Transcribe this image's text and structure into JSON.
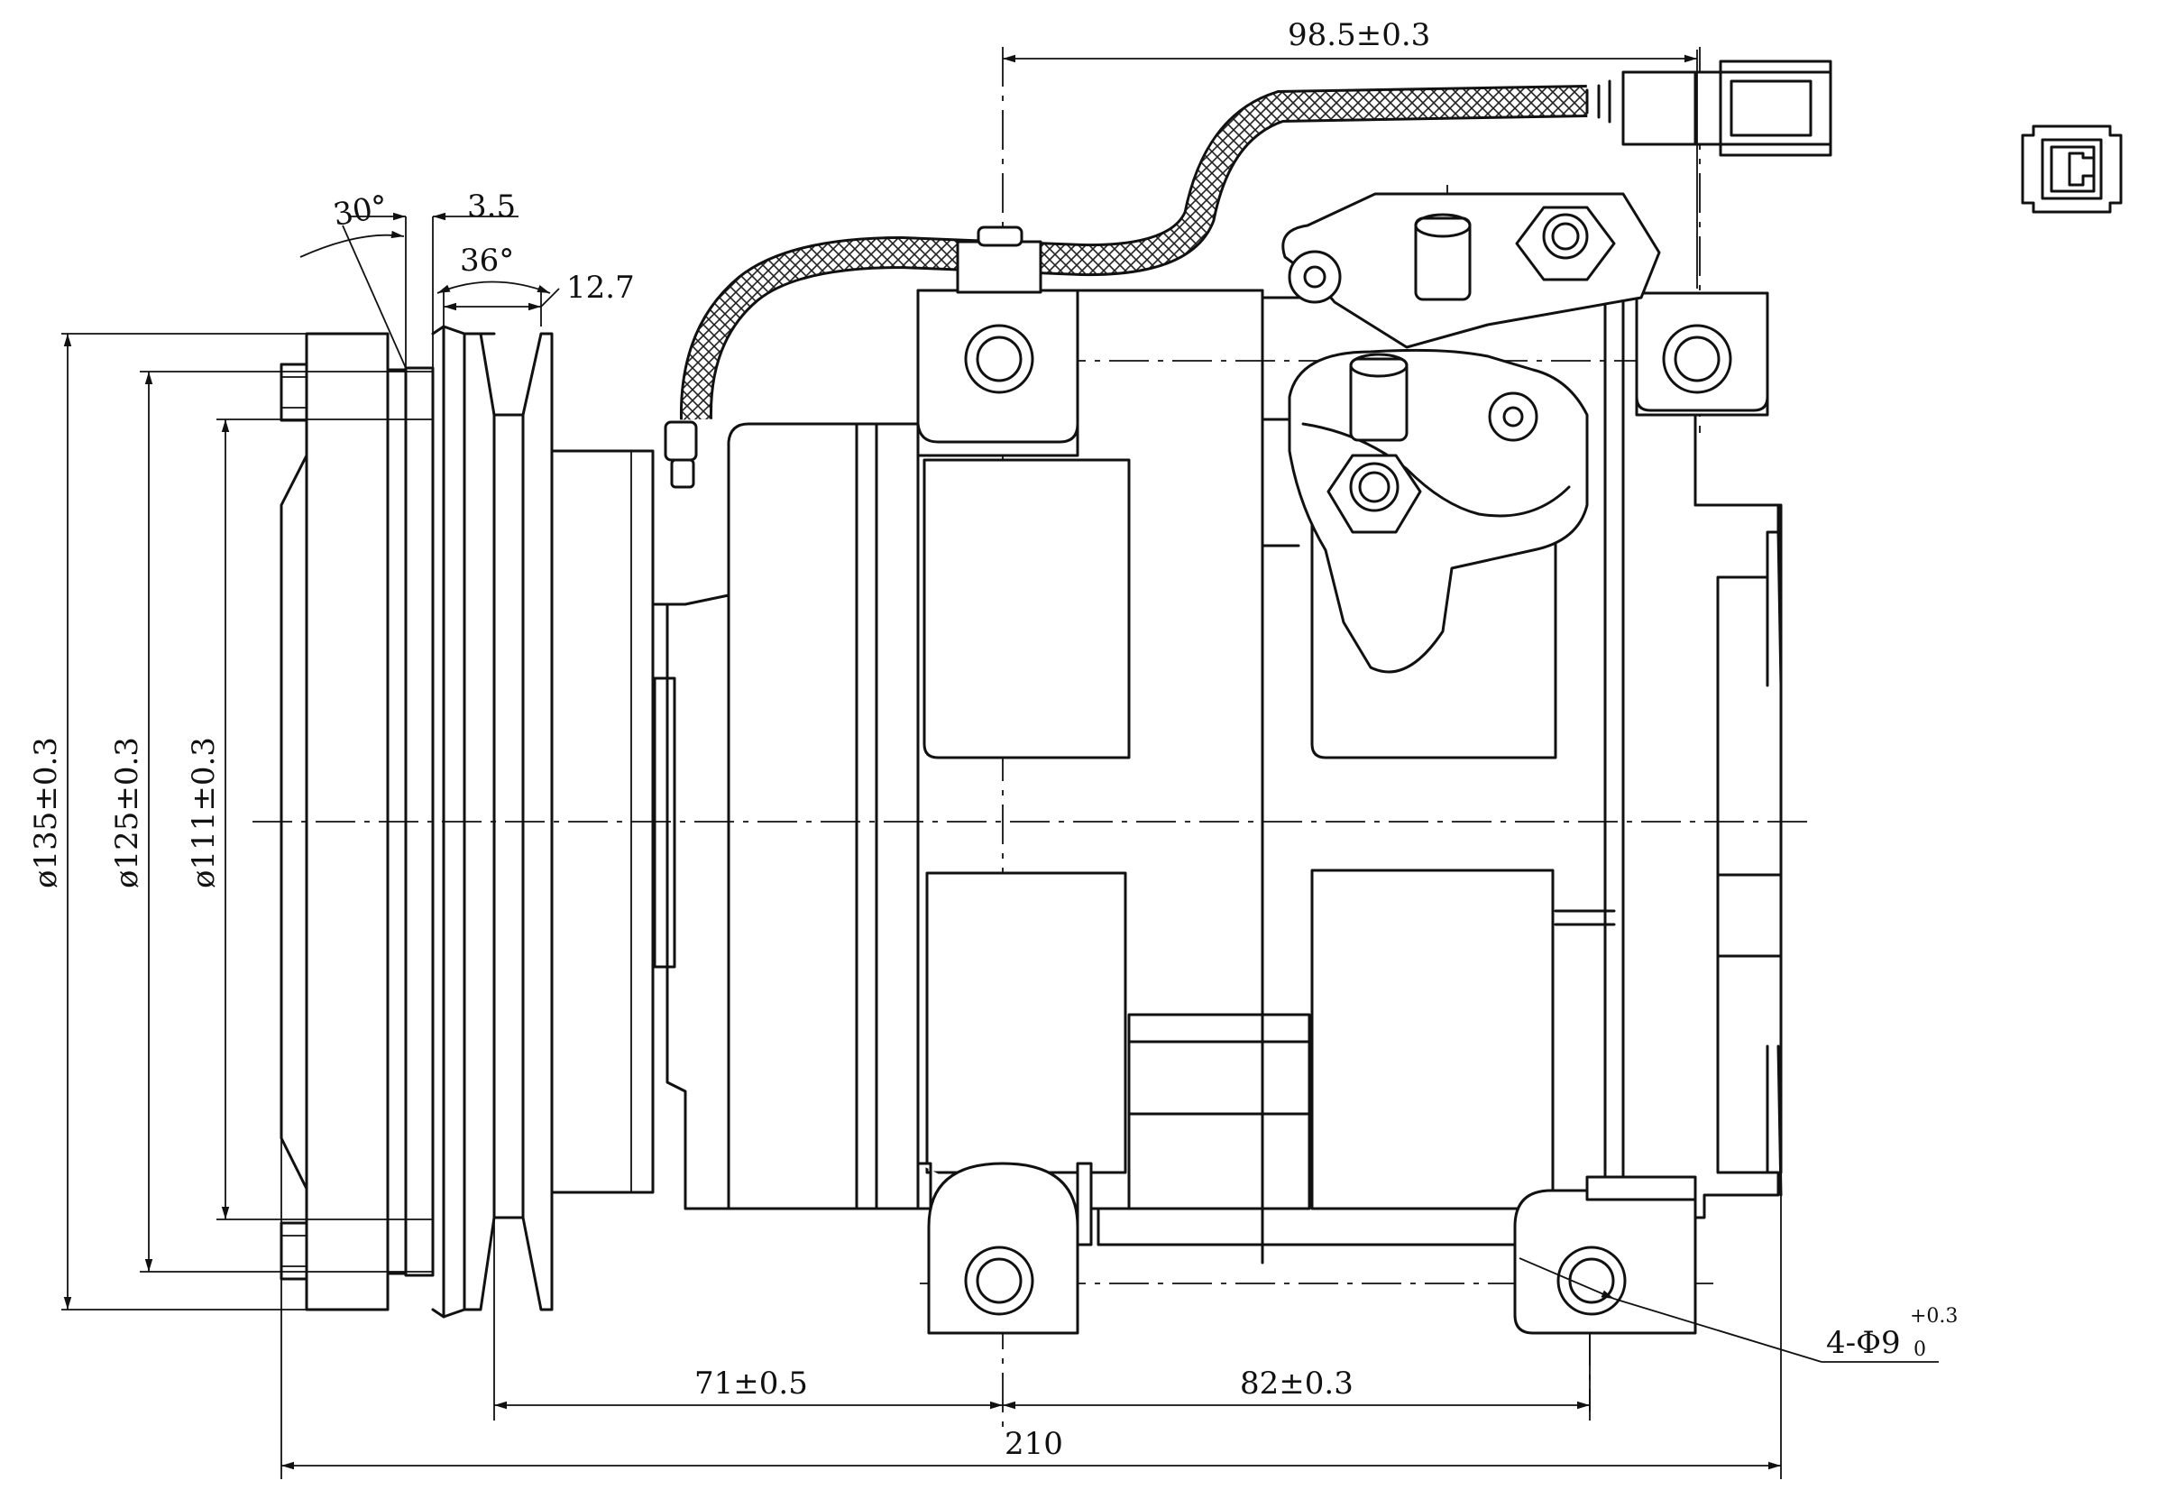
{
  "dimensions": {
    "connector_offset": "98.5±0.3",
    "angle_outer": "30°",
    "groove_offset": "3.5",
    "groove_angle": "36°",
    "groove_width": "12.7",
    "diameter_outer": "ø135±0.3",
    "diameter_mid": "ø125±0.3",
    "diameter_inner": "ø111±0.3",
    "hole_spacing_left": "71±0.5",
    "hole_spacing_right": "82±0.3",
    "overall_length": "210",
    "mount_holes_prefix": "4-Φ9",
    "mount_holes_tol_upper": "+0.3",
    "mount_holes_tol_lower": "0"
  },
  "icons": [
    "connector-front-icon",
    "hex-nut-icon",
    "mounting-hole-icon",
    "pulley-icon",
    "harness-cable-icon"
  ]
}
